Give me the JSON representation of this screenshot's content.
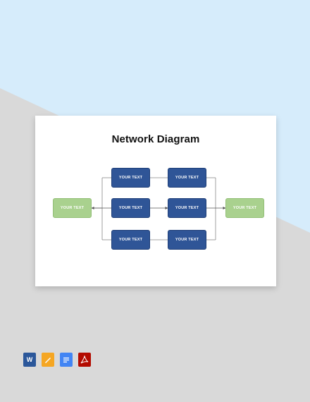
{
  "colors": {
    "top_background": "#d6ecfb",
    "bottom_background": "#d9d9d9",
    "blue_node": "#2f5597",
    "green_node": "#a9d18e",
    "line": "#888888"
  },
  "diagram": {
    "title": "Network Diagram",
    "source_node": {
      "label": "YOUR TEXT"
    },
    "target_node": {
      "label": "YOUR TEXT"
    },
    "rows": [
      {
        "left": "YOUR TEXT",
        "right": "YOUR TEXT"
      },
      {
        "left": "YOUR TEXT",
        "right": "YOUR TEXT"
      },
      {
        "left": "YOUR TEXT",
        "right": "YOUR TEXT"
      }
    ]
  },
  "format_icons": [
    {
      "name": "word-icon",
      "glyph": "W",
      "color": "#2b579a"
    },
    {
      "name": "pages-icon",
      "glyph": "",
      "color": "#f5a623"
    },
    {
      "name": "google-docs-icon",
      "glyph": "",
      "color": "#4285f4"
    },
    {
      "name": "pdf-icon",
      "glyph": "",
      "color": "#b30b00"
    }
  ]
}
